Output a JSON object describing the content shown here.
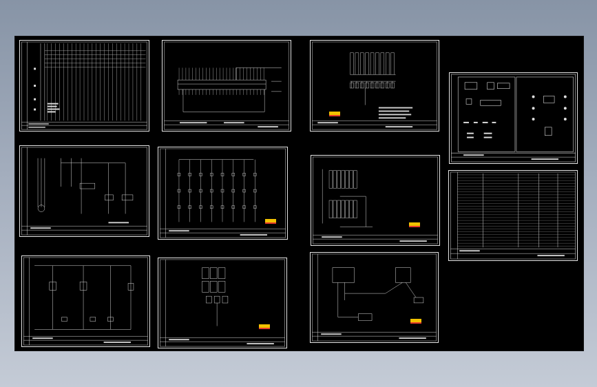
{
  "canvas": {
    "background": "#000000",
    "line_color": "#e6e6e6",
    "accent_stamp": "#f2c200",
    "accent_red": "#e53b2b"
  },
  "sheets": [
    {
      "id": "s1",
      "kind": "terminal-table"
    },
    {
      "id": "s2",
      "kind": "plc-wiring"
    },
    {
      "id": "s3",
      "kind": "relay-rack"
    },
    {
      "id": "s4",
      "kind": "panel-layout"
    },
    {
      "id": "s5",
      "kind": "motor-circuit"
    },
    {
      "id": "s6",
      "kind": "io-ladder"
    },
    {
      "id": "s7",
      "kind": "terminal-block"
    },
    {
      "id": "s8",
      "kind": "material-list"
    },
    {
      "id": "s9",
      "kind": "control-ladder"
    },
    {
      "id": "s10",
      "kind": "power-feed"
    },
    {
      "id": "s11",
      "kind": "cable-connection"
    }
  ]
}
